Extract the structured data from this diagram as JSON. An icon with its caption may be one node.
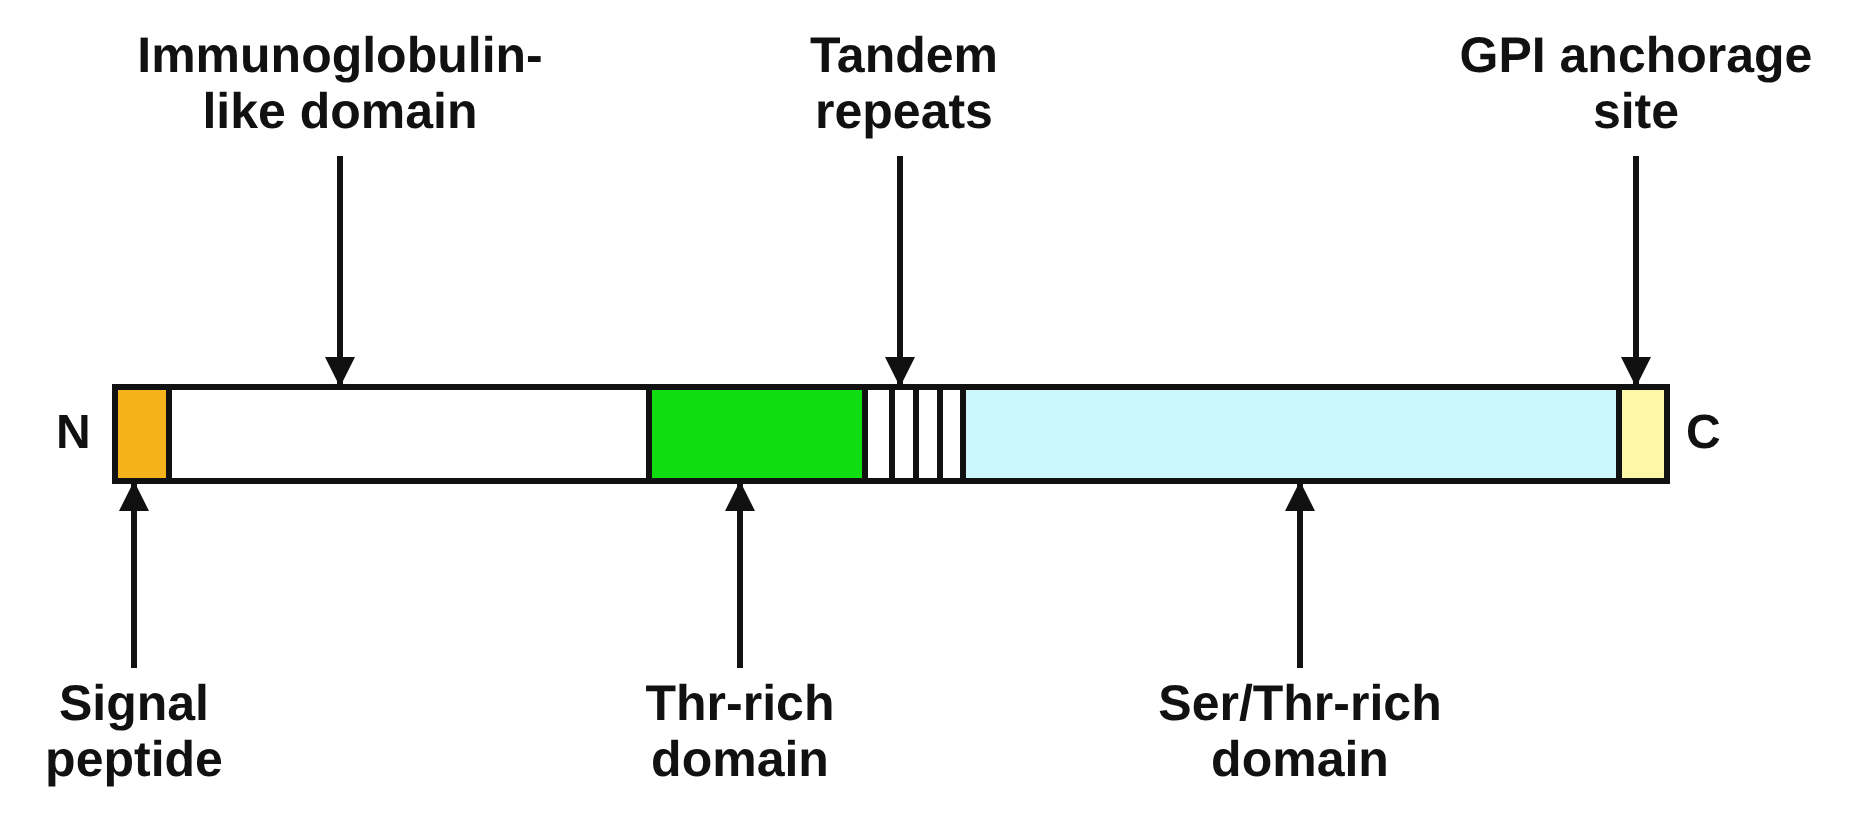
{
  "diagram": {
    "nodes": [
      {
        "text": [
          "Immunoglobulin-like domain"
        ]
      },
      {
        "text": [
          "Tandem repeats"
        ]
      },
      {
        "text": [
          "GPI anchorage site"
        ]
      },
      {
        "text": [],
        "shape": "bar"
      },
      {
        "text": [],
        "shape": "bar",
        "in": 3
      },
      {
        "text": [],
        "shape": "bar",
        "in": 3
      },
      {
        "text": [],
        "shape": "bar",
        "in": 3
      },
      {
        "text": [],
        "shape": "bar",
        "in": 3
      },
      {
        "text": [],
        "shape": "bar",
        "in": 3
      },
      {
        "text": [],
        "shape": "bar",
        "in": 3
      },
      {
        "text": [
          "Signal peptide"
        ]
      },
      {
        "text": [
          "Thr-rich domain"
        ]
      },
      {
        "text": [
          "Ser/Thr-rich domain"
        ]
      }
    ],
    "edges": [
      {
        "from": 0,
        "to": 5,
        "arrow": "to"
      },
      {
        "from": 1,
        "to": 7,
        "arrow": "to"
      },
      {
        "from": 2,
        "to": 9,
        "arrow": "to"
      },
      {
        "from": 10,
        "to": 4,
        "arrow": "to"
      },
      {
        "from": 11,
        "to": 6,
        "arrow": "to"
      },
      {
        "from": 12,
        "to": 8,
        "arrow": "to"
      }
    ],
    "labels": [
      "N",
      "C"
    ]
  }
}
